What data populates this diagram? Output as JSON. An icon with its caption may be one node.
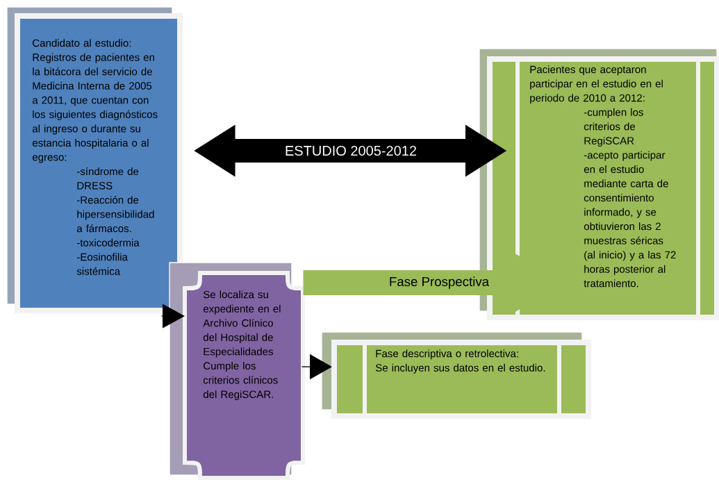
{
  "diagram": {
    "nodes": [
      {
        "text": [
          "Candidato al estudio: Registros de pacientes en la bitácora del servicio de Medicina Interna de 2005 a 2011, que cuentan con los siguientes diagnósticos al ingreso o durante su estancia hospitalaria o al egreso:",
          "-síndrome de DRESS",
          "-Reacción de hipersensibilidad a fármacos.",
          "-toxicodermia",
          "-Eosinofilia sistémica"
        ]
      },
      {
        "text": [
          "Pacientes que aceptaron participar en el estudio en el periodo de 2010 a 2012:",
          "-cumplen los criterios de RegiSCAR",
          "-acepto participar en el estudio mediante carta de consentimiento informado, y se obtiuvieron las 2 muestras séricas (al inicio) y a las 72 horas posterior al tratamiento."
        ]
      },
      {
        "text": [
          "Se localiza su expediente en el Archivo Clínico del Hospital de Especialidades",
          "Cumple los criterios clínicos del RegiSCAR."
        ]
      },
      {
        "text": [
          "Fase descriptiva o retrolectiva:",
          "Se incluyen sus datos en el estudio."
        ]
      }
    ],
    "edges": [
      {
        "from": 0,
        "to": 1,
        "arrow": "both",
        "label": "ESTUDIO 2005-2012",
        "style": "thick"
      },
      {
        "from": 2,
        "to": 1,
        "arrow": "to",
        "label": "Fase Prospectiva",
        "style": "thick",
        "color": "#9bbb59"
      },
      {
        "from": 0,
        "to": 2,
        "arrow": "to"
      },
      {
        "from": 2,
        "to": 3,
        "arrow": "to"
      }
    ]
  }
}
